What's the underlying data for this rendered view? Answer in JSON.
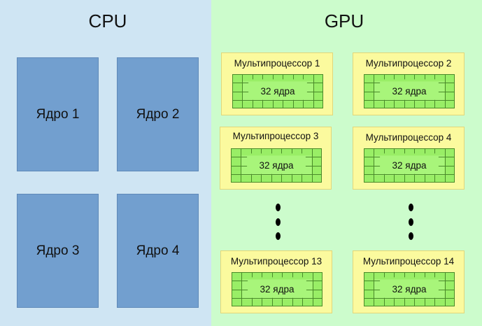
{
  "cpu": {
    "title": "CPU",
    "cores": [
      "Ядро 1",
      "Ядро 2",
      "Ядро 3",
      "Ядро 4"
    ]
  },
  "gpu": {
    "title": "GPU",
    "multiprocessors": [
      {
        "label": "Мультипроцессор 1",
        "cores_label": "32 ядра"
      },
      {
        "label": "Мультипроцессор 2",
        "cores_label": "32 ядра"
      },
      {
        "label": "Мультипроцессор 3",
        "cores_label": "32 ядра"
      },
      {
        "label": "Мультипроцессор 4",
        "cores_label": "32 ядра"
      },
      {
        "label": "Мультипроцессор 13",
        "cores_label": "32 ядра"
      },
      {
        "label": "Мультипроцессор 14",
        "cores_label": "32 ядра"
      }
    ],
    "ellipsis": "⋮"
  },
  "colors": {
    "cpu_bg": "#cfe5f3",
    "gpu_bg": "#ccfccc",
    "core_fill": "#729fcf",
    "sm_fill": "#fbfa9e",
    "grid_fill": "#99ee66",
    "grid_line": "#4a8a2a"
  }
}
